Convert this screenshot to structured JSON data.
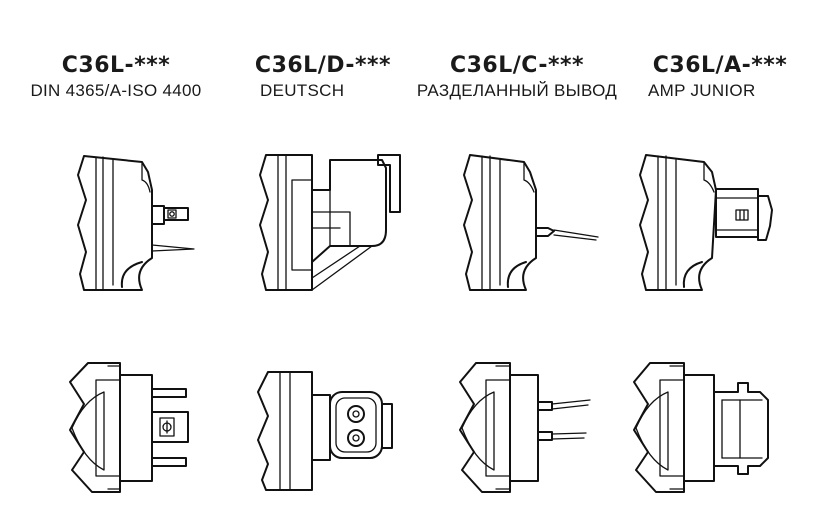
{
  "columns": [
    {
      "model": "C36L-***",
      "subtitle": "DIN 4365/A-ISO 4400"
    },
    {
      "model": "C36L/D-***",
      "subtitle": "DEUTSCH"
    },
    {
      "model": "C36L/C-***",
      "subtitle": "РАЗДЕЛАННЫЙ ВЫВОД"
    },
    {
      "model": "C36L/A-***",
      "subtitle": "AMP JUNIOR"
    }
  ],
  "views": [
    "side-view",
    "top-view"
  ],
  "line_color": "#111111",
  "background_color": "#ffffff"
}
